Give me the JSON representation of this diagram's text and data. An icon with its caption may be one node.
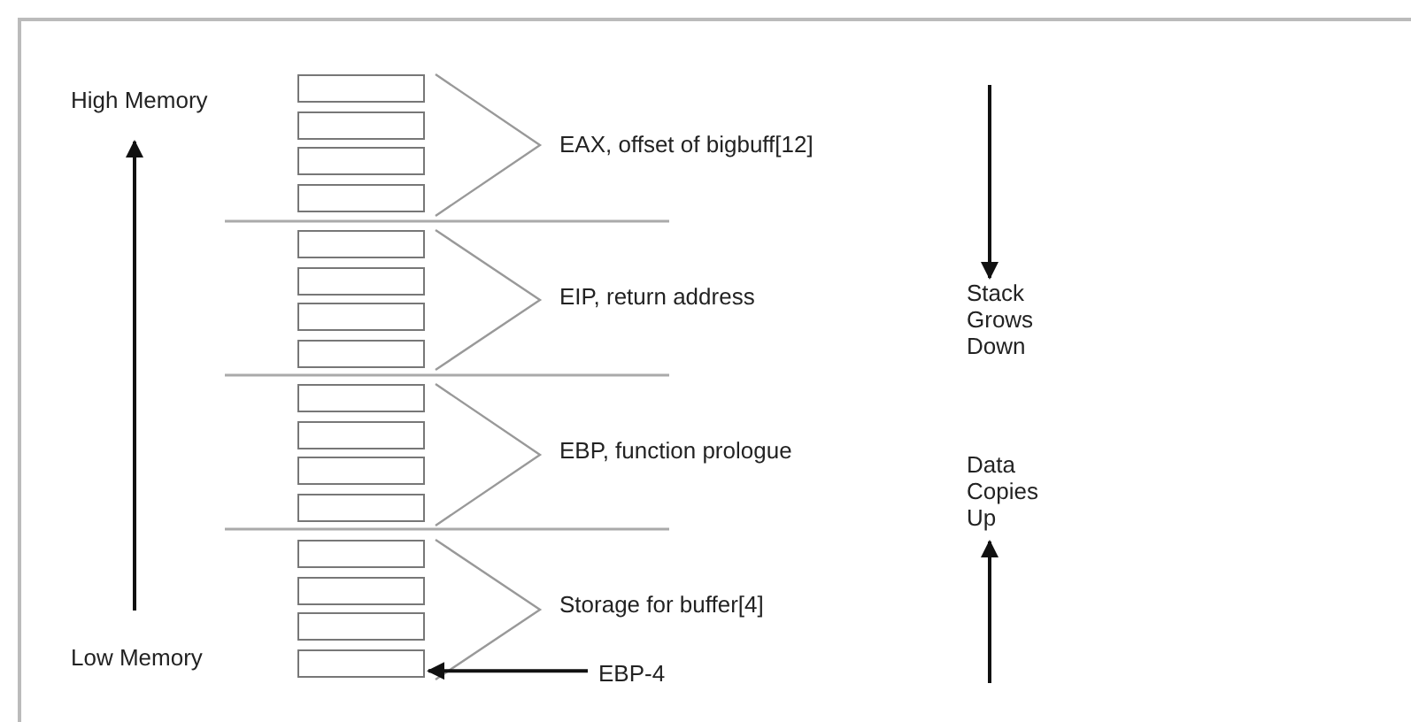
{
  "diagram": {
    "nodes": [
      {
        "text": [],
        "shape": "box"
      },
      {
        "text": [],
        "shape": "box"
      },
      {
        "text": [],
        "shape": "box"
      },
      {
        "text": [],
        "shape": "box"
      },
      {
        "text": [],
        "shape": "box"
      },
      {
        "text": [],
        "shape": "box"
      },
      {
        "text": [],
        "shape": "box"
      },
      {
        "text": [],
        "shape": "box"
      },
      {
        "text": [],
        "shape": "box"
      },
      {
        "text": [],
        "shape": "box"
      },
      {
        "text": [],
        "shape": "box"
      },
      {
        "text": [],
        "shape": "box"
      },
      {
        "text": [],
        "shape": "box"
      },
      {
        "text": [],
        "shape": "box"
      },
      {
        "text": [],
        "shape": "box"
      },
      {
        "text": [],
        "shape": "box"
      },
      {
        "text": [
          "EBP-4"
        ]
      }
    ],
    "edges": [
      {
        "from": 16,
        "to": 15,
        "arrow": "to"
      }
    ],
    "labels": [
      "High Memory",
      "EAX, offset of bigbuff[12]",
      "EIP, return address",
      "Stack Grows Down",
      "EBP, function prologue",
      "Data Copies Up",
      "Storage for buffer[4]",
      "Low Memory"
    ]
  }
}
